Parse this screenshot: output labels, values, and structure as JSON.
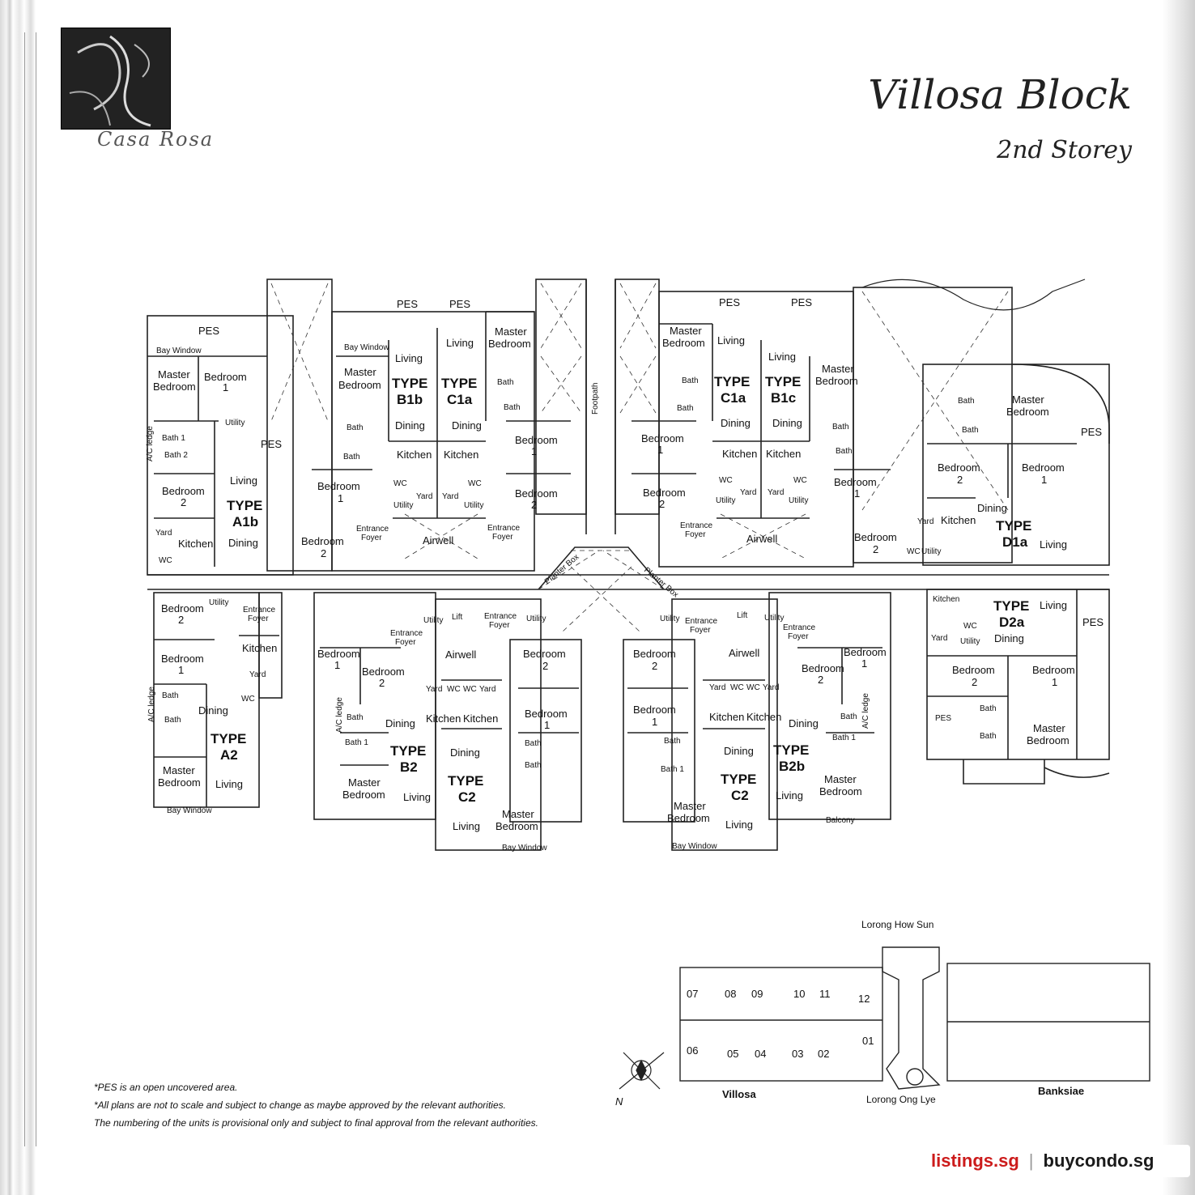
{
  "brand": {
    "logo_name": "Casa Rosa"
  },
  "header": {
    "title": "Villosa Block",
    "subtitle": "2nd Storey"
  },
  "labels": {
    "pes": "PES",
    "living": "Living",
    "dining": "Dining",
    "kitchen": "Kitchen",
    "master_bedroom_1": "Master",
    "master_bedroom_2": "Bedroom",
    "bedroom": "Bedroom",
    "n1": "1",
    "n2": "2",
    "bath1": "Bath 1",
    "bath2": "Bath 2",
    "bath": "Bath",
    "yard": "Yard",
    "wc": "WC",
    "utility": "Utility",
    "entrance": "Entrance",
    "foyer": "Foyer",
    "airwell": "Airwell",
    "lift": "Lift",
    "footpath": "Footpath",
    "bay_window": "Bay Window",
    "ac_ledge": "A/C ledge",
    "balcony": "Balcony",
    "planter_box": "Planter Box",
    "type": "TYPE"
  },
  "unit_types": [
    "A1b",
    "B1b",
    "C1a",
    "C1a",
    "B1c",
    "D1a",
    "A2",
    "B2",
    "C2",
    "C2",
    "B2b",
    "D2a"
  ],
  "site_plan": {
    "road_top": "Lorong How Sun",
    "road_bottom": "Lorong Ong Lye",
    "block_left": "Villosa",
    "block_right": "Banksiae",
    "north": "N",
    "unit_numbers": [
      "07",
      "08",
      "09",
      "10",
      "11",
      "12",
      "06",
      "05",
      "04",
      "03",
      "02",
      "01"
    ]
  },
  "notes": [
    "*PES is an open uncovered area.",
    "*All plans are not to scale and subject to change as maybe approved by the relevant authorities.",
    "The numbering of the units is provisional only and subject to final approval from the relevant authorities."
  ],
  "footer": {
    "site_a": "listings.sg",
    "separator": "|",
    "site_b": "buycondo.sg"
  }
}
